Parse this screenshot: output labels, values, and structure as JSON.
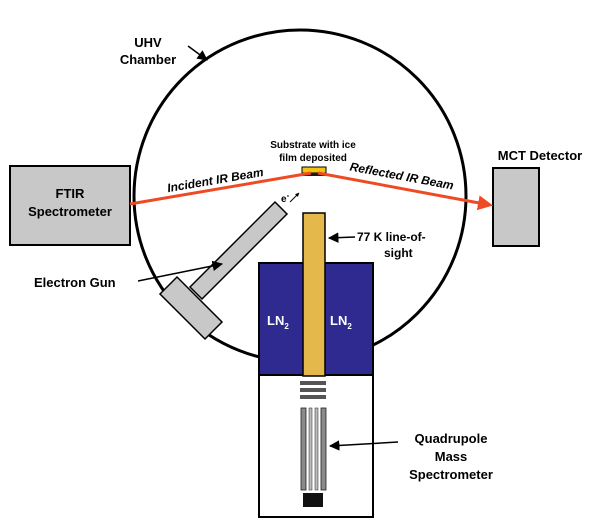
{
  "labels": {
    "chamber_line1": "UHV",
    "chamber_line2": "Chamber",
    "substrate_line1": "Substrate with ice",
    "substrate_line2": "film deposited",
    "ftir_line1": "FTIR",
    "ftir_line2": "Spectrometer",
    "mct": "MCT Detector",
    "incident_beam": "Incident IR Beam",
    "reflected_beam": "Reflected IR Beam",
    "electron_symbol": "e",
    "electron_superscript": "-",
    "los_line1": "77 K line-of-",
    "los_line2": "sight",
    "electron_gun": "Electron Gun",
    "ln2_left": "LN",
    "ln2_right": "LN",
    "ln2_subscript": "2",
    "qms_line1": "Quadrupole",
    "qms_line2": "Mass",
    "qms_line3": "Spectrometer"
  },
  "colors": {
    "beam": "#ee4b25",
    "ln2_reservoir": "#2e2a8f",
    "cold_finger": "#e4b84a",
    "instrument_fill": "#c8c8c8",
    "substrate": "#f1c40f"
  }
}
